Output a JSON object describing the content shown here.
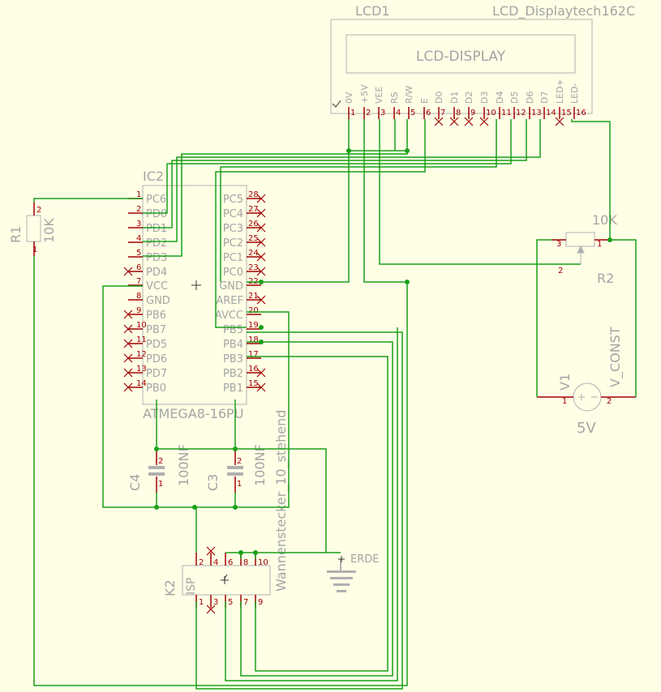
{
  "lcd": {
    "name": "LCD1",
    "value": "LCD_Displaytech162C",
    "display_label": "LCD-DISPLAY",
    "pin_labels": [
      "0V",
      "+5V",
      "VEE",
      "RS",
      "R/W",
      "E",
      "D0",
      "D1",
      "D2",
      "D3",
      "D4",
      "D5",
      "D6",
      "D7",
      "LED+",
      "LED-"
    ],
    "pin_numbers": [
      "1",
      "2",
      "3",
      "4",
      "5",
      "6",
      "7",
      "8",
      "9",
      "10",
      "11",
      "12",
      "13",
      "14",
      "15",
      "16"
    ]
  },
  "ic": {
    "name": "IC2",
    "value": "ATMEGA8-16PU",
    "left_labels": [
      "PC6",
      "PD0",
      "PD1",
      "PD2",
      "PD3",
      "PD4",
      "VCC",
      "GND",
      "PB6",
      "PB7",
      "PD5",
      "PD6",
      "PD7",
      "PB0"
    ],
    "left_numbers": [
      "1",
      "2",
      "3",
      "4",
      "5",
      "6",
      "7",
      "8",
      "9",
      "10",
      "11",
      "12",
      "13",
      "14"
    ],
    "right_labels": [
      "PC5",
      "PC4",
      "PC3",
      "PC2",
      "PC1",
      "PC0",
      "GND",
      "AREF",
      "AVCC",
      "PB5",
      "PB4",
      "PB3",
      "PB2",
      "PB1"
    ],
    "right_numbers": [
      "28",
      "27",
      "26",
      "25",
      "24",
      "23",
      "22",
      "21",
      "20",
      "19",
      "18",
      "17",
      "16",
      "15"
    ]
  },
  "r1": {
    "name": "R1",
    "value": "10K",
    "pin_top": "2",
    "pin_bottom": "1"
  },
  "r2": {
    "name": "R2",
    "value": "10K",
    "pin_left": "3",
    "pin_right": "1",
    "pin_wiper": "2"
  },
  "v1": {
    "name": "V1",
    "value": "V_CONST",
    "voltage": "5V",
    "pin_left": "1",
    "pin_right": "2"
  },
  "c4": {
    "name": "C4",
    "value": "100NF",
    "pin_top": "2",
    "pin_bottom": "1"
  },
  "c3": {
    "name": "C3",
    "value": "100NF",
    "pin_top": "2",
    "pin_bottom": "1"
  },
  "k2": {
    "name": "K2",
    "value": "Wannenstecker_10_stehend",
    "body_label": "ISP",
    "top_pins": [
      "2",
      "4",
      "6",
      "8",
      "10"
    ],
    "bottom_pins": [
      "1",
      "3",
      "5",
      "7",
      "9"
    ]
  },
  "ground": {
    "label": "ERDE"
  }
}
